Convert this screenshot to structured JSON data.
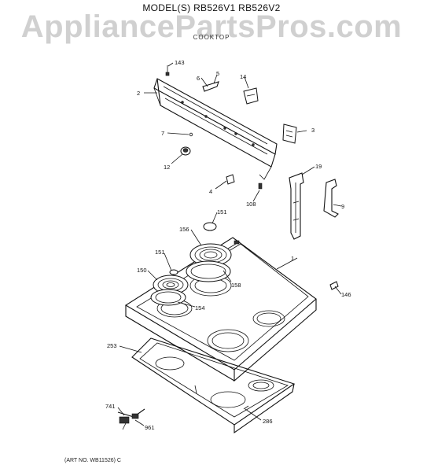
{
  "title": "MODEL(S) RB526V1  RB526V2",
  "subtitle": "COOKTOP",
  "watermark": "AppliancePartsPros.com",
  "art_number": "(ART NO. WB11526) C",
  "callouts": [
    "143",
    "6",
    "5",
    "14",
    "2",
    "3",
    "7",
    "12",
    "19",
    "4",
    "108",
    "9",
    "151",
    "156",
    "1",
    "151",
    "150",
    "158",
    "146",
    "154",
    "253",
    "741",
    "961",
    "286"
  ]
}
